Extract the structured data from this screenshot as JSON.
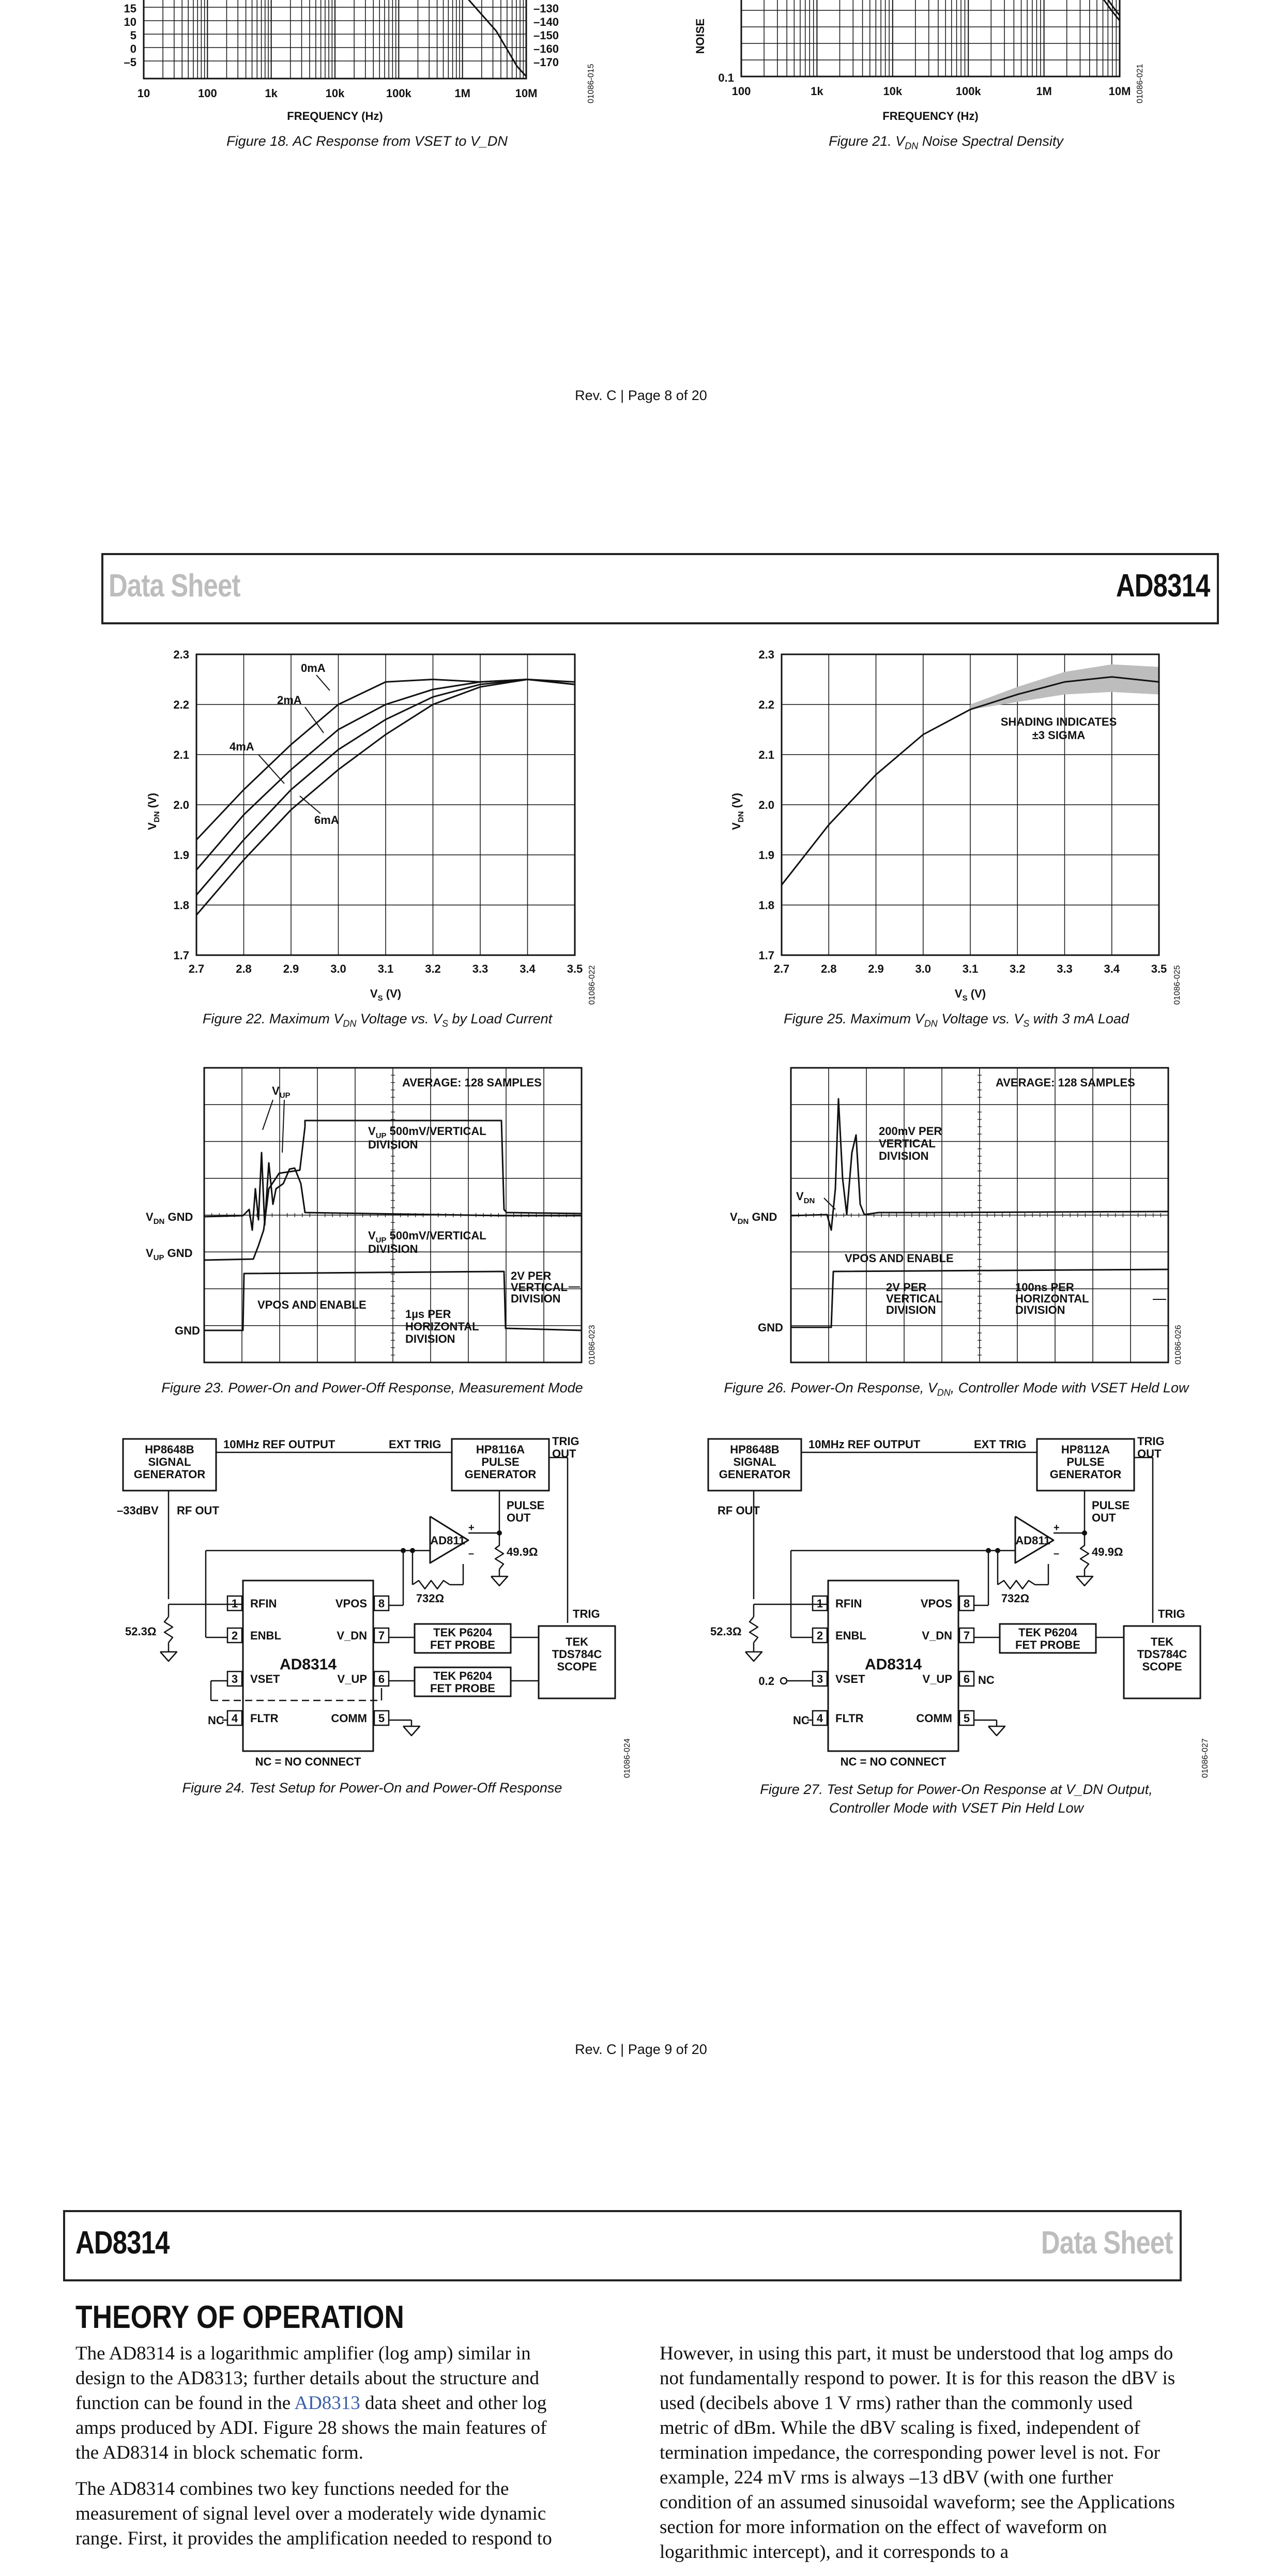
{
  "page8_bottom": {
    "fig18": {
      "caption": "Figure 18. AC Response from VSET to V_DN",
      "code": "01086-015",
      "xlabel": "FREQUENCY (Hz)",
      "x_ticks": [
        "10",
        "100",
        "1k",
        "10k",
        "100k",
        "1M",
        "10M"
      ],
      "y_left_ticks": [
        "15",
        "10",
        "5",
        "0",
        "–5"
      ],
      "y_right_ticks": [
        "–130",
        "–140",
        "–150",
        "–160",
        "–170"
      ]
    },
    "fig21": {
      "caption": "Figure 21. V",
      "caption_sub": "DN",
      "caption_rest": " Noise Spectral Density",
      "code": "01086-021",
      "xlabel": "FREQUENCY (Hz)",
      "ylabel_partial": "NOISE",
      "x_ticks": [
        "100",
        "1k",
        "10k",
        "100k",
        "1M",
        "10M"
      ],
      "y_ticks": [
        "0.1"
      ]
    },
    "footer": "Rev. C | Page 8 of 20"
  },
  "page9": {
    "header": {
      "left": "Data Sheet",
      "right": "AD8314"
    },
    "fig22": {
      "caption_a": "Figure 22. Maximum V",
      "caption_sub1": "DN",
      "caption_b": " Voltage vs. V",
      "caption_sub2": "S",
      "caption_c": " by Load Current",
      "code": "01086-022",
      "xlabel": "V",
      "xlabel_sub": "S",
      "xlabel_unit": " (V)",
      "ylabel": "V",
      "ylabel_sub": "DN",
      "ylabel_unit": " (V)",
      "x_ticks": [
        "2.7",
        "2.8",
        "2.9",
        "3.0",
        "3.1",
        "3.2",
        "3.3",
        "3.4",
        "3.5"
      ],
      "y_ticks": [
        "2.3",
        "2.2",
        "2.1",
        "2.0",
        "1.9",
        "1.8",
        "1.7"
      ],
      "labels": [
        "0mA",
        "2mA",
        "4mA",
        "6mA"
      ]
    },
    "fig25": {
      "caption_a": "Figure 25. Maximum V",
      "caption_sub1": "DN",
      "caption_b": " Voltage vs. V",
      "caption_sub2": "S",
      "caption_c": " with 3 mA Load",
      "code": "01086-025",
      "x_ticks": [
        "2.7",
        "2.8",
        "2.9",
        "3.0",
        "3.1",
        "3.2",
        "3.3",
        "3.4",
        "3.5"
      ],
      "y_ticks": [
        "2.3",
        "2.2",
        "2.1",
        "2.0",
        "1.9",
        "1.8",
        "1.7"
      ],
      "shade_label_1": "SHADING INDICATES",
      "shade_label_2": "±3 SIGMA"
    },
    "fig23": {
      "caption": "Figure 23. Power-On and Power-Off Response, Measurement Mode",
      "code": "01086-023",
      "avg": "AVERAGE: 128 SAMPLES",
      "vup_label": "V",
      "vup_sub": "UP",
      "div1a": "500mV/VERTICAL",
      "div1b": "DIVISION",
      "div2a": "500mV/VERTICAL",
      "div2b": "DIVISION",
      "vdn_gnd": "GND",
      "vup_gnd": "GND",
      "gnd": "GND",
      "vpos": "VPOS AND ENABLE",
      "v2a": "2V PER",
      "v2b": "VERTICAL",
      "v2c": "DIVISION",
      "h1": "1µs PER",
      "h2": "HORIZONTAL",
      "h3": "DIVISION"
    },
    "fig26": {
      "caption_a": "Figure 26. Power-On Response, V",
      "caption_sub": "DN",
      "caption_b": ", Controller Mode with VSET Held Low",
      "code": "01086-026",
      "avg": "AVERAGE: 128 SAMPLES",
      "d1a": "200mV PER",
      "d1b": "VERTICAL",
      "d1c": "DIVISION",
      "vdn": "V",
      "vdn_sub": "DN",
      "vdn_gnd": "GND",
      "vpos": "VPOS AND ENABLE",
      "d2a": "2V PER",
      "d2b": "VERTICAL",
      "d2c": "DIVISION",
      "h1": "100ns PER",
      "h2": "HORIZONTAL",
      "h3": "DIVISION",
      "gnd": "GND"
    },
    "fig24": {
      "caption": "Figure 24. Test Setup for Power-On and Power-Off Response",
      "code": "01086-024",
      "sig_gen": [
        "HP8648B",
        "SIGNAL",
        "GENERATOR"
      ],
      "ref_out": "10MHz REF OUTPUT",
      "ext_trig": "EXT TRIG",
      "pulse_gen": [
        "HP8116A",
        "PULSE",
        "GENERATOR"
      ],
      "trig_out": [
        "TRIG",
        "OUT"
      ],
      "dbv": "–33dBV",
      "rf_out": "RF OUT",
      "pulse_out": [
        "PULSE",
        "OUT"
      ],
      "opamp": "AD811",
      "r1": "49.9Ω",
      "r2": "732Ω",
      "r3": "52.3Ω",
      "chip": "AD8314",
      "pins_left": [
        "RFIN",
        "ENBL",
        "VSET",
        "FLTR"
      ],
      "pins_right": [
        "VPOS",
        "V_DN",
        "V_UP",
        "COMM"
      ],
      "pin_nums_left": [
        "1",
        "2",
        "3",
        "4"
      ],
      "pin_nums_right": [
        "8",
        "7",
        "6",
        "5"
      ],
      "probe1": [
        "TEK P6204",
        "FET PROBE"
      ],
      "probe2": [
        "TEK P6204",
        "FET PROBE"
      ],
      "scope": [
        "TEK",
        "TDS784C",
        "SCOPE"
      ],
      "trig": "TRIG",
      "nc": "NC",
      "nc_note": "NC = NO CONNECT"
    },
    "fig27": {
      "caption_1": "Figure 27. Test Setup for Power-On Response at V_DN Output,",
      "caption_2": "Controller Mode with VSET Pin Held Low",
      "code": "01086-027",
      "sig_gen": [
        "HP8648B",
        "SIGNAL",
        "GENERATOR"
      ],
      "ref_out": "10MHz REF OUTPUT",
      "ext_trig": "EXT TRIG",
      "pulse_gen": [
        "HP8112A",
        "PULSE",
        "GENERATOR"
      ],
      "trig_out": [
        "TRIG",
        "OUT"
      ],
      "rf_out": "RF OUT",
      "pulse_out": [
        "PULSE",
        "OUT"
      ],
      "opamp": "AD811",
      "r1": "49.9Ω",
      "r2": "732Ω",
      "r3": "52.3Ω",
      "chip": "AD8314",
      "pins_left": [
        "RFIN",
        "ENBL",
        "VSET",
        "FLTR"
      ],
      "pins_right": [
        "VPOS",
        "V_DN",
        "V_UP",
        "COMM"
      ],
      "pin_nums_left": [
        "1",
        "2",
        "3",
        "4"
      ],
      "pin_nums_right": [
        "8",
        "7",
        "6",
        "5"
      ],
      "probe1": [
        "TEK P6204",
        "FET PROBE"
      ],
      "scope": [
        "TEK",
        "TDS784C",
        "SCOPE"
      ],
      "trig": "TRIG",
      "vset_val": "0.2",
      "nc": "NC",
      "nc6": "NC",
      "nc_note": "NC = NO CONNECT"
    },
    "footer": "Rev. C | Page 9 of 20"
  },
  "page10": {
    "header": {
      "left": "AD8314",
      "right": "Data Sheet"
    },
    "section_title": "THEORY OF OPERATION",
    "left_col": {
      "p1_a": "The AD8314 is a logarithmic amplifier (log amp) similar in design to the AD8313; further details about the structure and function can be found in the ",
      "p1_link": "AD8313",
      "p1_b": " data sheet and other log amps produced by ADI. Figure 28 shows the main features of the AD8314 in block schematic form.",
      "p2": "The AD8314 combines two key functions needed for the measurement of signal level over a moderately wide dynamic range. First, it provides the amplification needed to respond to"
    },
    "right_col": {
      "p1": "However, in using this part, it must be understood that log amps do not fundamentally respond to power. It is for this reason the dBV is used (decibels above 1 V rms) rather than the commonly used metric of dBm. While the dBV scaling is fixed, independent of termination impedance, the corresponding power level is not. For example, 224 mV rms is always –13 dBV (with one further condition of an assumed sinusoidal waveform; see the Applications section for more information on the effect of waveform on logarithmic intercept), and it corresponds to a"
    }
  },
  "chart_data": [
    {
      "type": "line",
      "title": "Figure 22. Maximum VDN Voltage vs. VS by Load Current",
      "xlabel": "VS (V)",
      "ylabel": "VDN (V)",
      "xlim": [
        2.7,
        3.5
      ],
      "ylim": [
        1.7,
        2.3
      ],
      "series": [
        {
          "name": "0mA",
          "x": [
            2.7,
            2.8,
            2.9,
            3.0,
            3.1,
            3.2,
            3.3,
            3.4,
            3.5
          ],
          "y": [
            1.93,
            2.03,
            2.12,
            2.2,
            2.245,
            2.25,
            2.245,
            2.25,
            2.245
          ]
        },
        {
          "name": "2mA",
          "x": [
            2.7,
            2.8,
            2.9,
            3.0,
            3.1,
            3.2,
            3.3,
            3.4,
            3.5
          ],
          "y": [
            1.87,
            1.98,
            2.07,
            2.15,
            2.2,
            2.23,
            2.245,
            2.25,
            2.24
          ]
        },
        {
          "name": "4mA",
          "x": [
            2.7,
            2.8,
            2.9,
            3.0,
            3.1,
            3.2,
            3.3,
            3.4,
            3.5
          ],
          "y": [
            1.82,
            1.93,
            2.03,
            2.11,
            2.17,
            2.215,
            2.24,
            2.25,
            2.24
          ]
        },
        {
          "name": "6mA",
          "x": [
            2.7,
            2.8,
            2.9,
            3.0,
            3.1,
            3.2,
            3.3,
            3.4,
            3.5
          ],
          "y": [
            1.78,
            1.89,
            1.99,
            2.07,
            2.14,
            2.2,
            2.235,
            2.25,
            2.24
          ]
        }
      ]
    },
    {
      "type": "line",
      "title": "Figure 25. Maximum VDN Voltage vs. VS with 3 mA Load",
      "xlabel": "VS (V)",
      "ylabel": "VDN (V)",
      "xlim": [
        2.7,
        3.5
      ],
      "ylim": [
        1.7,
        2.3
      ],
      "series": [
        {
          "name": "",
          "x": [
            2.7,
            2.8,
            2.9,
            3.0,
            3.1,
            3.2,
            3.3,
            3.4,
            3.5
          ],
          "y": [
            1.84,
            1.96,
            2.06,
            2.14,
            2.19,
            2.22,
            2.245,
            2.255,
            2.245
          ]
        }
      ],
      "band_sigma3": {
        "x": [
          3.1,
          3.2,
          3.3,
          3.4,
          3.5
        ],
        "lo": [
          2.19,
          2.205,
          2.22,
          2.225,
          2.22
        ],
        "hi": [
          2.2,
          2.235,
          2.265,
          2.28,
          2.275
        ]
      }
    }
  ]
}
